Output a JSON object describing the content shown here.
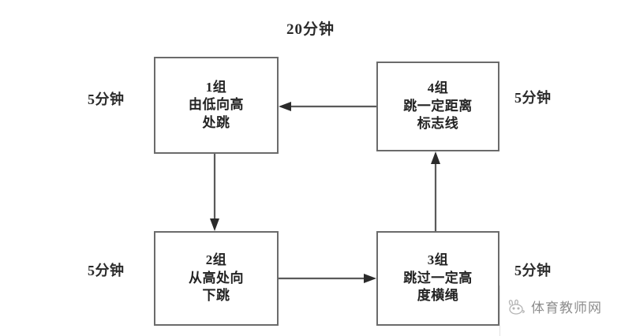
{
  "diagram": {
    "title": "20分钟",
    "nodes": [
      {
        "id": "node1",
        "line1": "1组",
        "line2": "由低向高",
        "line3": "处跳"
      },
      {
        "id": "node4",
        "line1": "4组",
        "line2": "跳一定距离",
        "line3": "标志线"
      },
      {
        "id": "node2",
        "line1": "2组",
        "line2": "从高处向",
        "line3": "下跳"
      },
      {
        "id": "node3",
        "line1": "3组",
        "line2": "跳过一定高",
        "line3": "度横绳"
      }
    ],
    "side_labels": {
      "top_left": "5分钟",
      "top_right": "5分钟",
      "bottom_left": "5分钟",
      "bottom_right": "5分钟"
    },
    "edges": [
      {
        "from": "node4",
        "to": "node1",
        "direction": "left"
      },
      {
        "from": "node1",
        "to": "node2",
        "direction": "down"
      },
      {
        "from": "node2",
        "to": "node3",
        "direction": "right"
      },
      {
        "from": "node3",
        "to": "node4",
        "direction": "up"
      }
    ],
    "colors": {
      "box_border": "#6b6b6b",
      "text": "#232323",
      "arrow": "#5a5a5a",
      "watermark": "#8d8d8d",
      "background": "#ffffff"
    }
  },
  "watermark": {
    "label": "体育教师网",
    "icon": "rabbit-icon"
  }
}
